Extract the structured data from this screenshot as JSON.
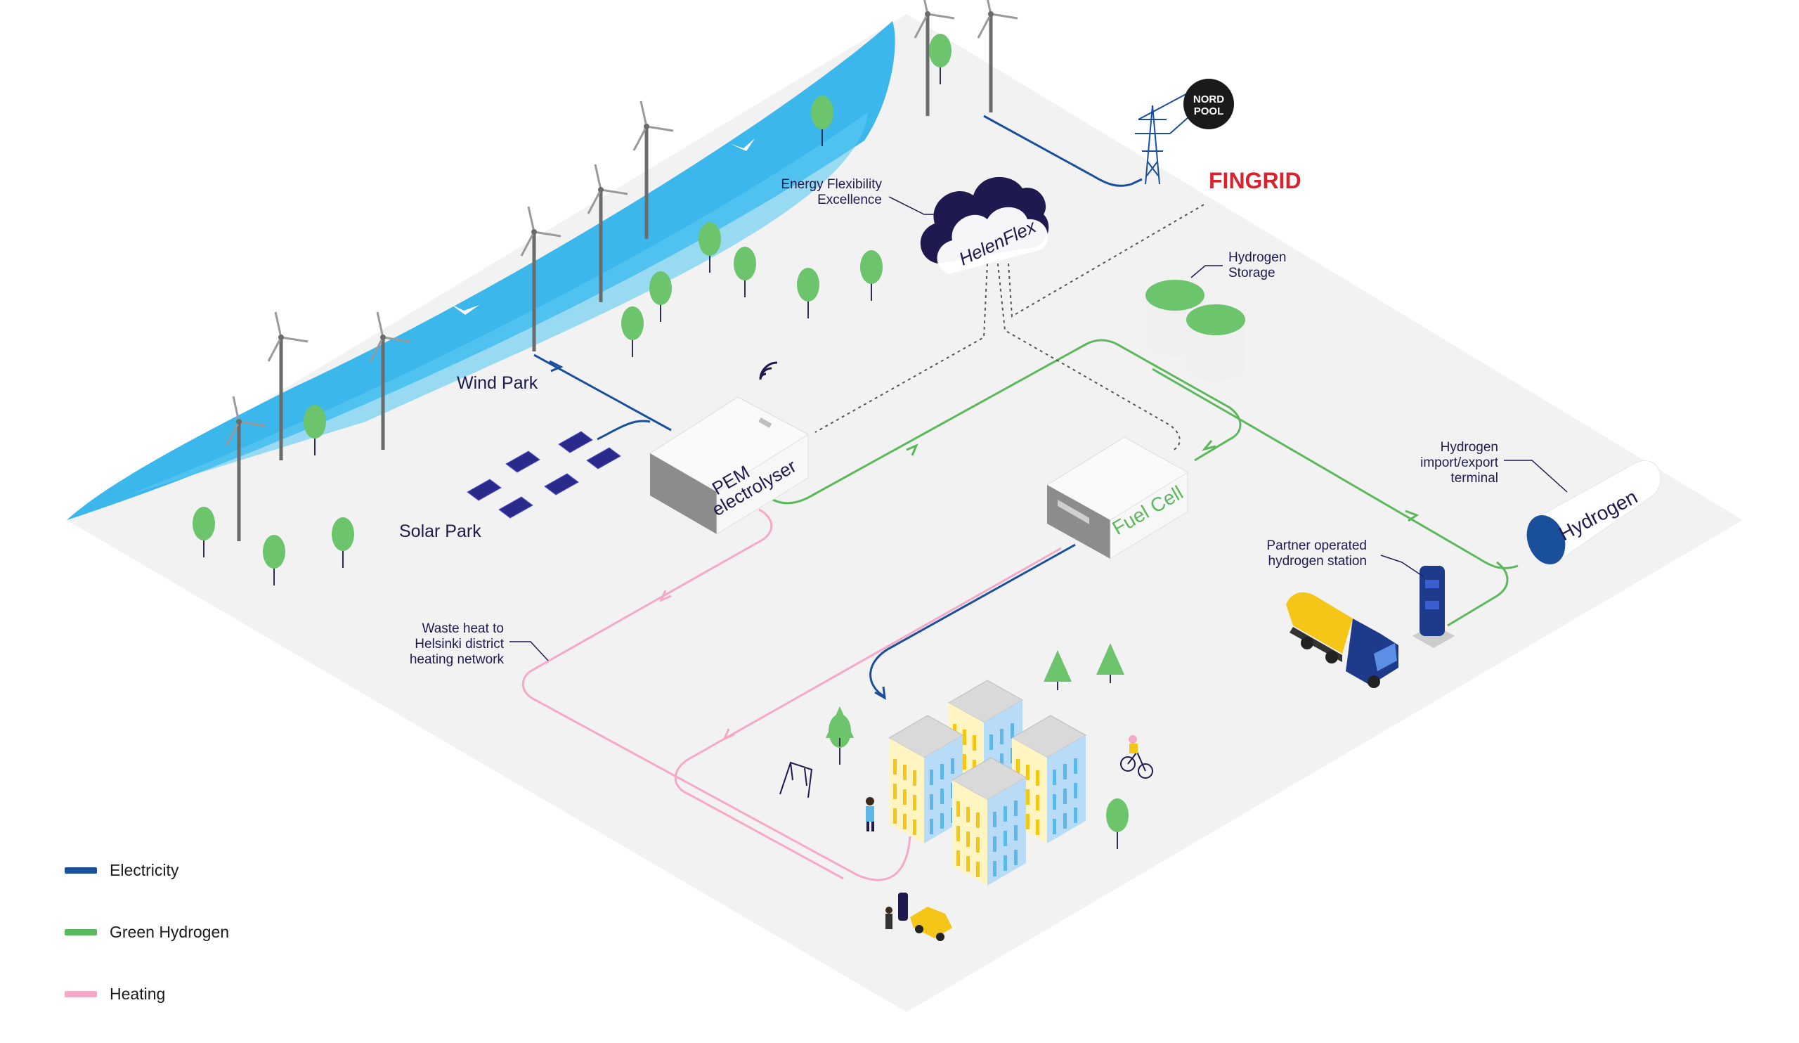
{
  "colors": {
    "electricity": "#1a4f9c",
    "green_hydrogen": "#5cb85c",
    "heating": "#f4a9c9",
    "sea": "#3bb7ec",
    "ground": "#f2f2f2",
    "tree": "#6cc46c",
    "navy": "#1e1a4f",
    "fingrid": "#d8222e"
  },
  "labels": {
    "wind_park": "Wind Park",
    "solar_park": "Solar Park",
    "energy_flex_line1": "Energy Flexibility",
    "energy_flex_line2": "Excellence",
    "helenflex": "HelenFlex",
    "nordpool_line1": "NORD",
    "nordpool_line2": "POOL",
    "fingrid": "FINGRID",
    "h2_storage_line1": "Hydrogen",
    "h2_storage_line2": "Storage",
    "pem_line1": "PEM",
    "pem_line2": "electrolyser",
    "fuel_cell": "Fuel Cell",
    "terminal_line1": "Hydrogen",
    "terminal_line2": "import/export",
    "terminal_line3": "terminal",
    "hydrogen_tank": "Hydrogen",
    "station_line1": "Partner operated",
    "station_line2": "hydrogen station",
    "waste_heat_line1": "Waste heat to",
    "waste_heat_line2": "Helsinki district",
    "waste_heat_line3": "heating network"
  },
  "legend": [
    {
      "label": "Electricity",
      "icon": "electricity-line"
    },
    {
      "label": "Green Hydrogen",
      "icon": "hydrogen-line"
    },
    {
      "label": "Heating",
      "icon": "heating-line"
    }
  ],
  "icons": [
    "wind-turbine-icon",
    "solar-panel-icon",
    "tree-icon",
    "cloud-icon",
    "pylon-icon",
    "storage-tank-icon",
    "truck-icon",
    "cyclist-icon",
    "swing-icon",
    "wifi-icon",
    "seagull-icon",
    "car-icon",
    "person-icon",
    "building-icon"
  ]
}
